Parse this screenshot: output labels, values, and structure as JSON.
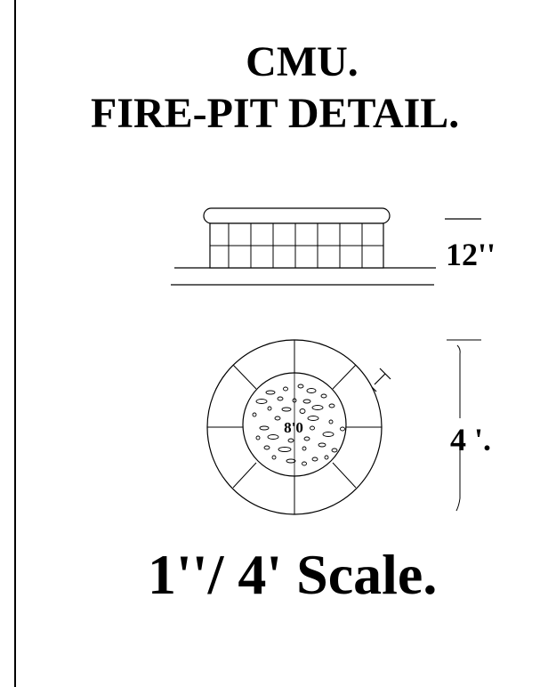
{
  "title": {
    "line1": "CMU.",
    "line2": "FIRE-PIT DETAIL."
  },
  "elevation": {
    "height_label": "12''"
  },
  "plan": {
    "center_label": "8'0",
    "width_label": "4 '."
  },
  "scale_note": "1''/ 4' Scale."
}
